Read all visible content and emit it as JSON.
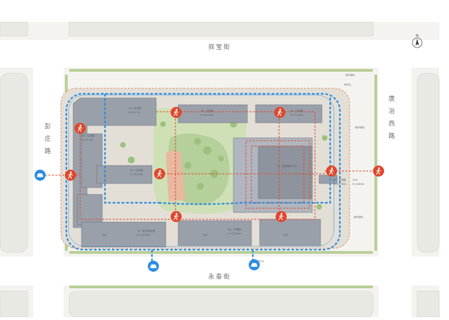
{
  "roads": {
    "north": "叔宝街",
    "south": "永泰街",
    "west": [
      "彭",
      "庄",
      "路"
    ],
    "east": [
      "唐",
      "冶",
      "西",
      "路"
    ]
  },
  "compass": {
    "letter": "N"
  },
  "buildings": [
    {
      "id": "b1",
      "lines": [
        "1#",
        "住宅楼",
        "H=42.7m"
      ]
    },
    {
      "id": "b2",
      "lines": [
        "2#",
        "住宅楼",
        "h=42.4m"
      ]
    },
    {
      "id": "b3",
      "lines": [
        "3#",
        "住宅楼",
        "H=34.50m"
      ]
    },
    {
      "id": "b4",
      "lines": [
        "4#",
        "住宅楼",
        "H=27.30m"
      ]
    },
    {
      "id": "b5",
      "lines": [
        "5#",
        "住宅楼",
        "H=22.50m"
      ]
    },
    {
      "id": "b6",
      "lines": [
        "6#",
        "住宅楼",
        "H=27.30m"
      ]
    },
    {
      "id": "b7",
      "lines": [
        "7#",
        "医疗综合楼",
        "H=23.90m"
      ]
    },
    {
      "id": "b8",
      "lines": [
        "8#",
        "护理楼",
        "H=23.90m"
      ]
    },
    {
      "id": "b9",
      "lines": [
        "3#",
        "综合服务中心"
      ]
    },
    {
      "id": "b10",
      "lines": [
        "11#",
        "H=4.80m"
      ]
    }
  ],
  "labels": {
    "gate_south": "(消防出口)",
    "note_east_1": "城市绿地",
    "note_east_2": "城市绿地",
    "note_north_1": "城市绿地",
    "note_north_2": "停车位",
    "podium_left": "裙房",
    "podium_mid": "裙房",
    "podium_right": "裙房"
  },
  "icons": {
    "pedestrian": "pedestrian-icon",
    "car": "car-icon"
  },
  "colors": {
    "vehicle_route": "#2e8ce0",
    "pedestrian_route": "#e0462b",
    "building": "#9aa0aa",
    "green": "#c8dcae",
    "site_boundary": "#e07a4c"
  }
}
